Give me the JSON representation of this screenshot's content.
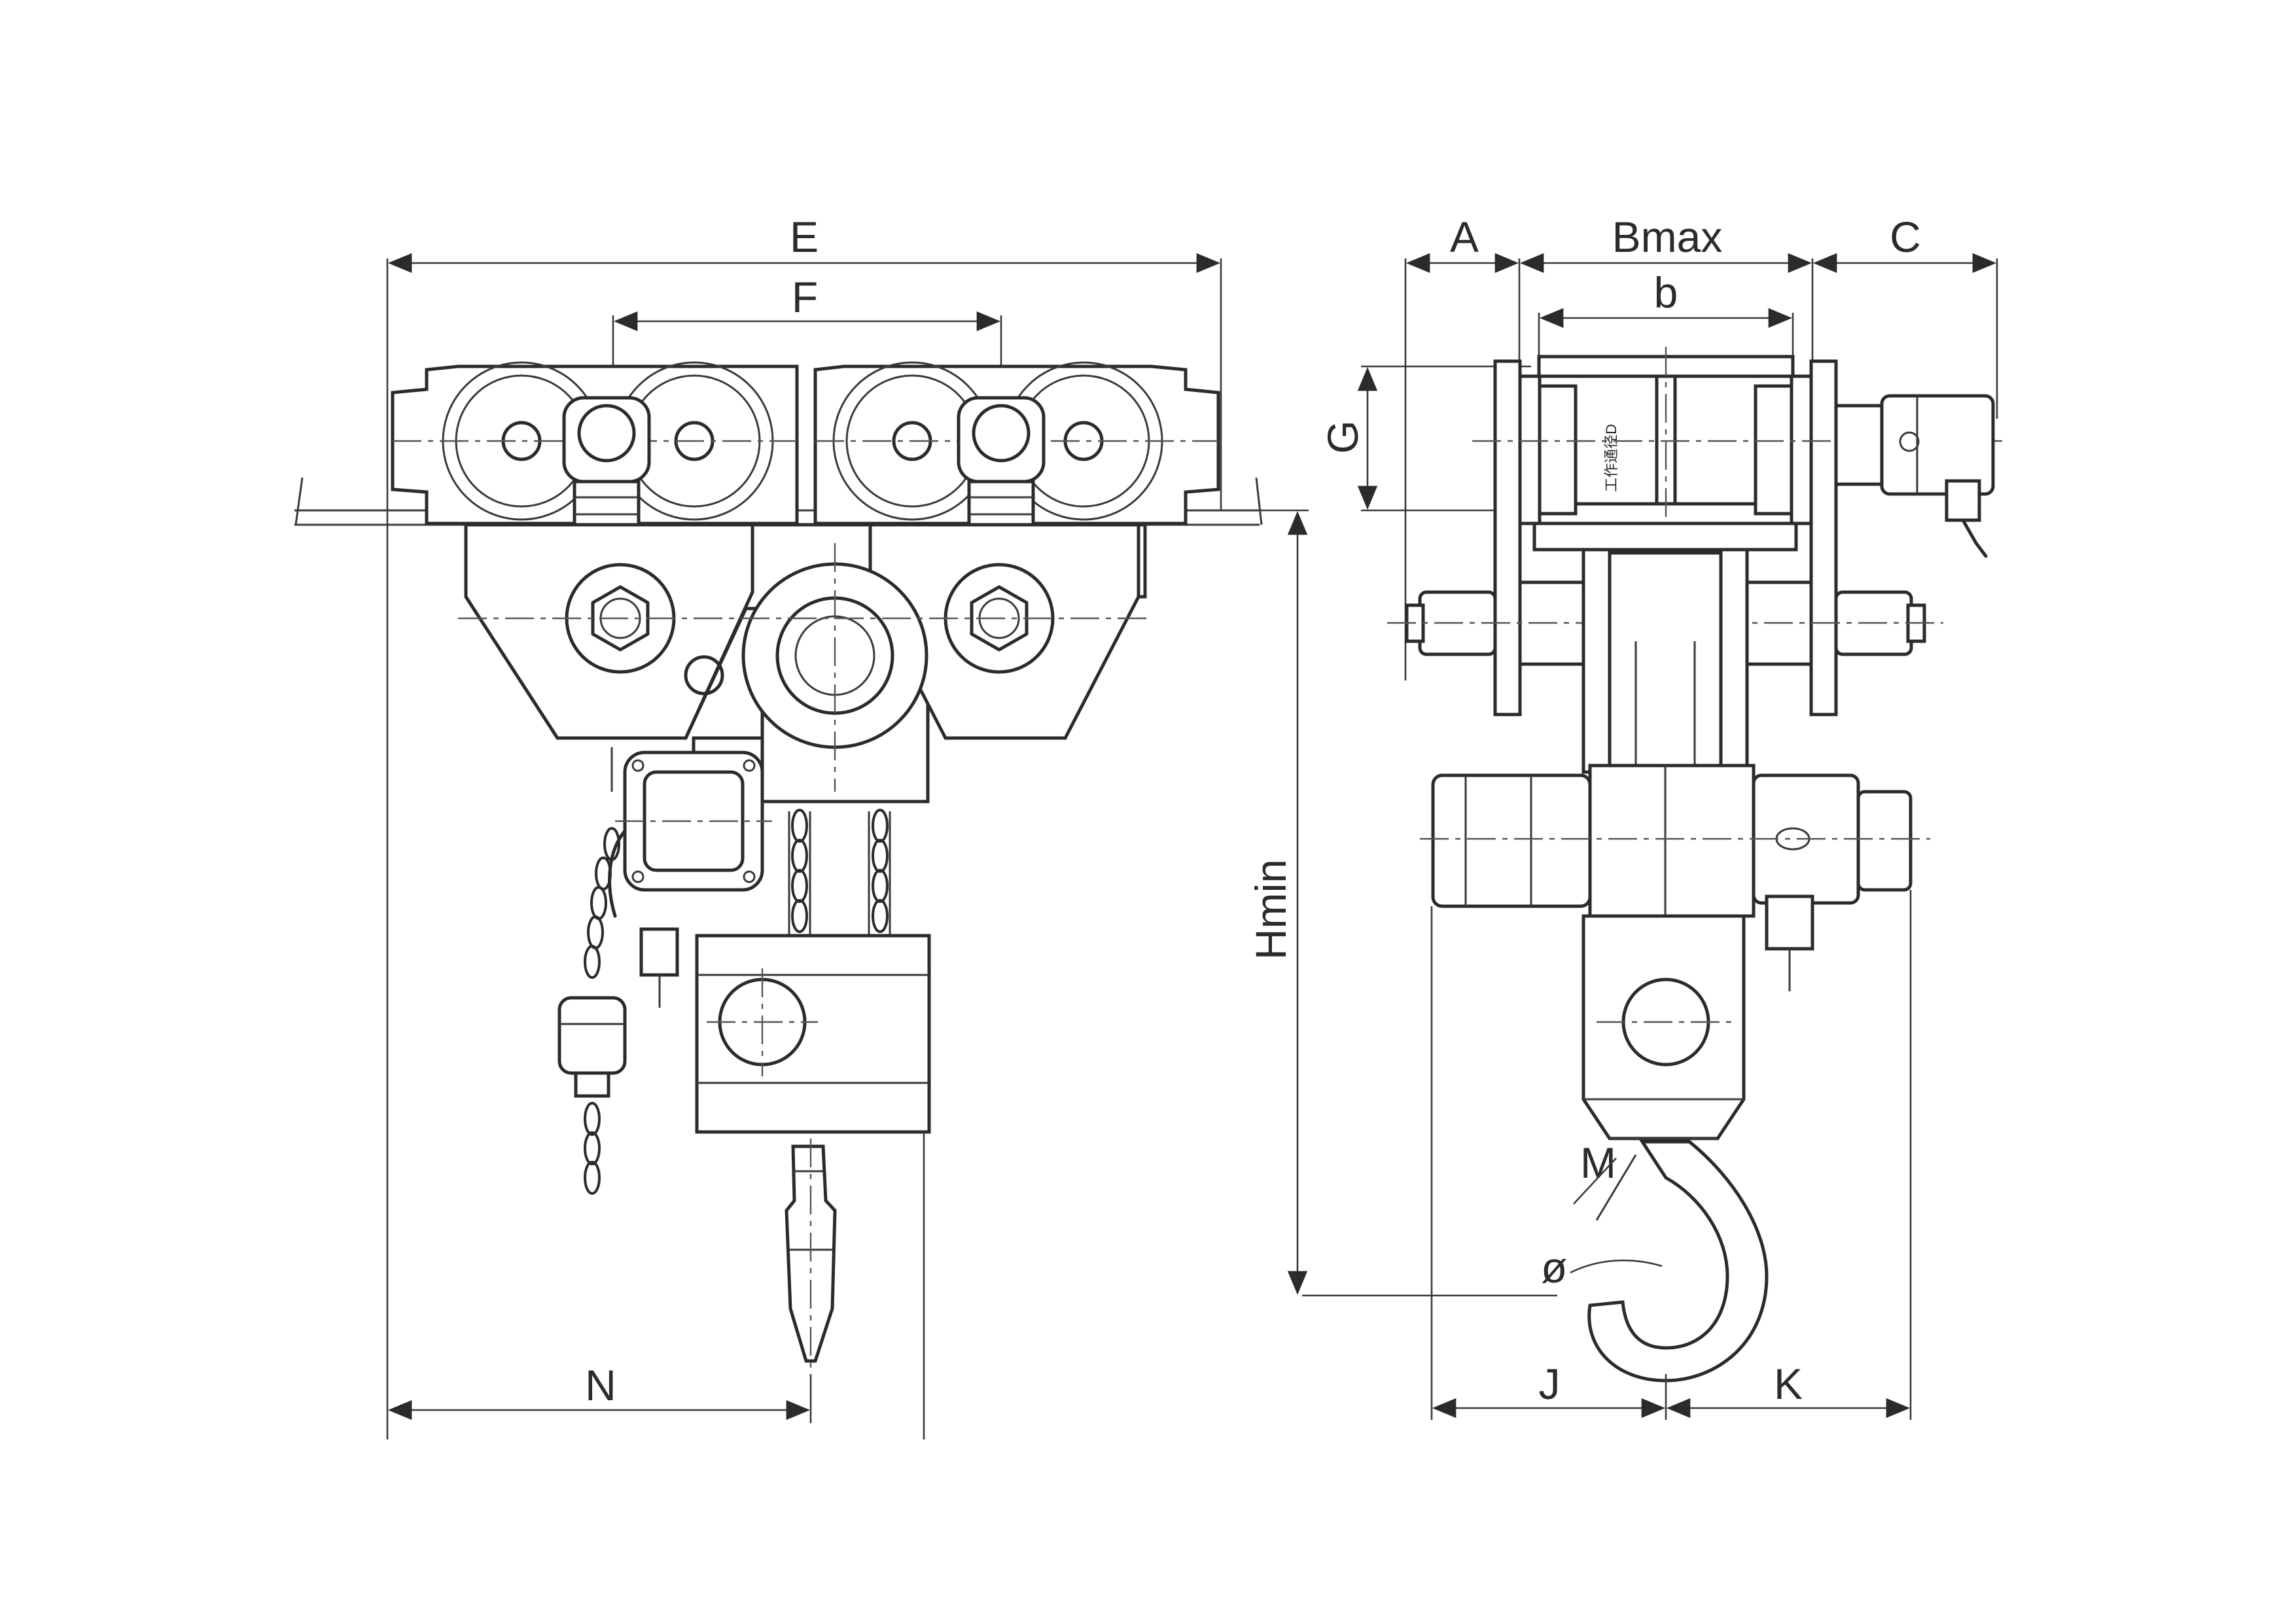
{
  "drawing": {
    "front_view": {
      "dimension_labels": {
        "E": "E",
        "F": "F",
        "Hmin": "Hmin",
        "N": "N"
      }
    },
    "side_view": {
      "dimension_labels": {
        "A": "A",
        "Bmax": "Bmax",
        "C": "C",
        "b": "b",
        "G": "G",
        "J": "J",
        "K": "K",
        "M": "M",
        "phi": "ø"
      },
      "beam_marking": "工作通径D"
    }
  }
}
